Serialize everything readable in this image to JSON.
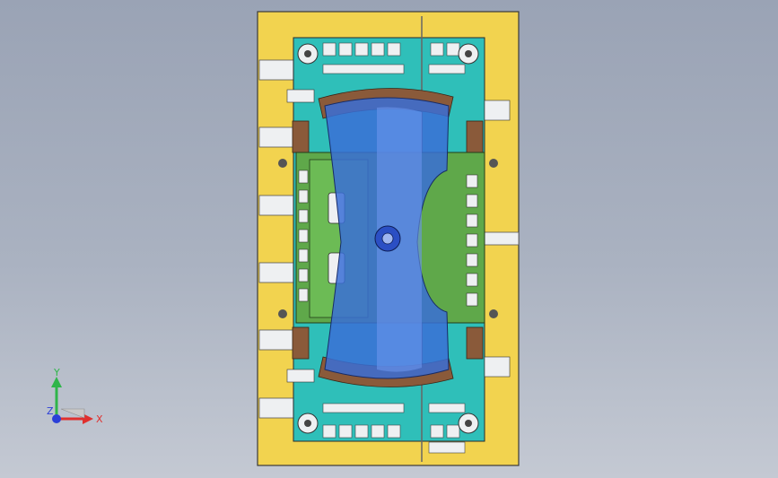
{
  "viewport": {
    "background_top": "#9aa3b5",
    "background_bottom": "#c4c9d3"
  },
  "model": {
    "colors": {
      "plate": "#f2d34f",
      "cyan_block": "#2fbfb9",
      "green_core": "#5fa84a",
      "blue_part": "#3a6fd6",
      "brown_insert": "#8a5a3a",
      "white_part": "#e9ecef"
    }
  },
  "triad": {
    "y_label": "Y",
    "x_label": "X",
    "z_label": "Z",
    "y_color": "#2fb54a",
    "x_color": "#e0302e",
    "z_color": "#2b3fd8"
  }
}
